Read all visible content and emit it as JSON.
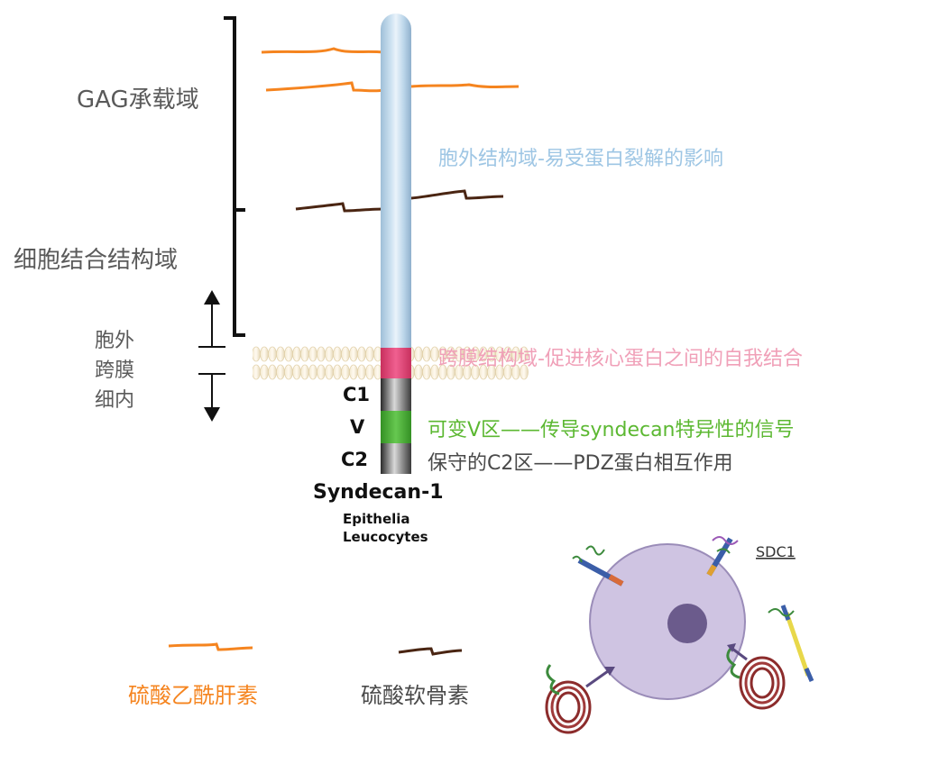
{
  "labels": {
    "gag": "GAG承载域",
    "cell_binding": "细胞结合结构域",
    "outside": "胞外",
    "transmembrane": "跨膜",
    "inside": "细内"
  },
  "annotations": {
    "extracellular": "胞外结构域-易受蛋白裂解的影响",
    "tm_domain": "跨膜结构域-促进核心蛋白之间的自我结合",
    "v_region": "可变V区——传导syndecan特异性的信号",
    "c2_region": "保守的C2区——PDZ蛋白相互作用"
  },
  "segments": {
    "c1": "C1",
    "v": "V",
    "c2": "C2"
  },
  "protein": {
    "name": "Syndecan-1",
    "cell_types": [
      "Epithelia",
      "Leucocytes"
    ]
  },
  "legend": {
    "heparan": "硫酸乙酰肝素",
    "chondroitin": "硫酸软骨素"
  },
  "inset": {
    "label": "SDC1"
  },
  "colors": {
    "heparan": "#f5841f",
    "chondroitin": "#4a2512",
    "extracellular_text": "#9ec6e4",
    "tm_text": "#f0a0b8",
    "v_text": "#5cb832",
    "tm_block": "#e8457a",
    "v_block": "#46ad34",
    "cell": "#cfc4e2",
    "nucleus": "#6b5b8c"
  }
}
